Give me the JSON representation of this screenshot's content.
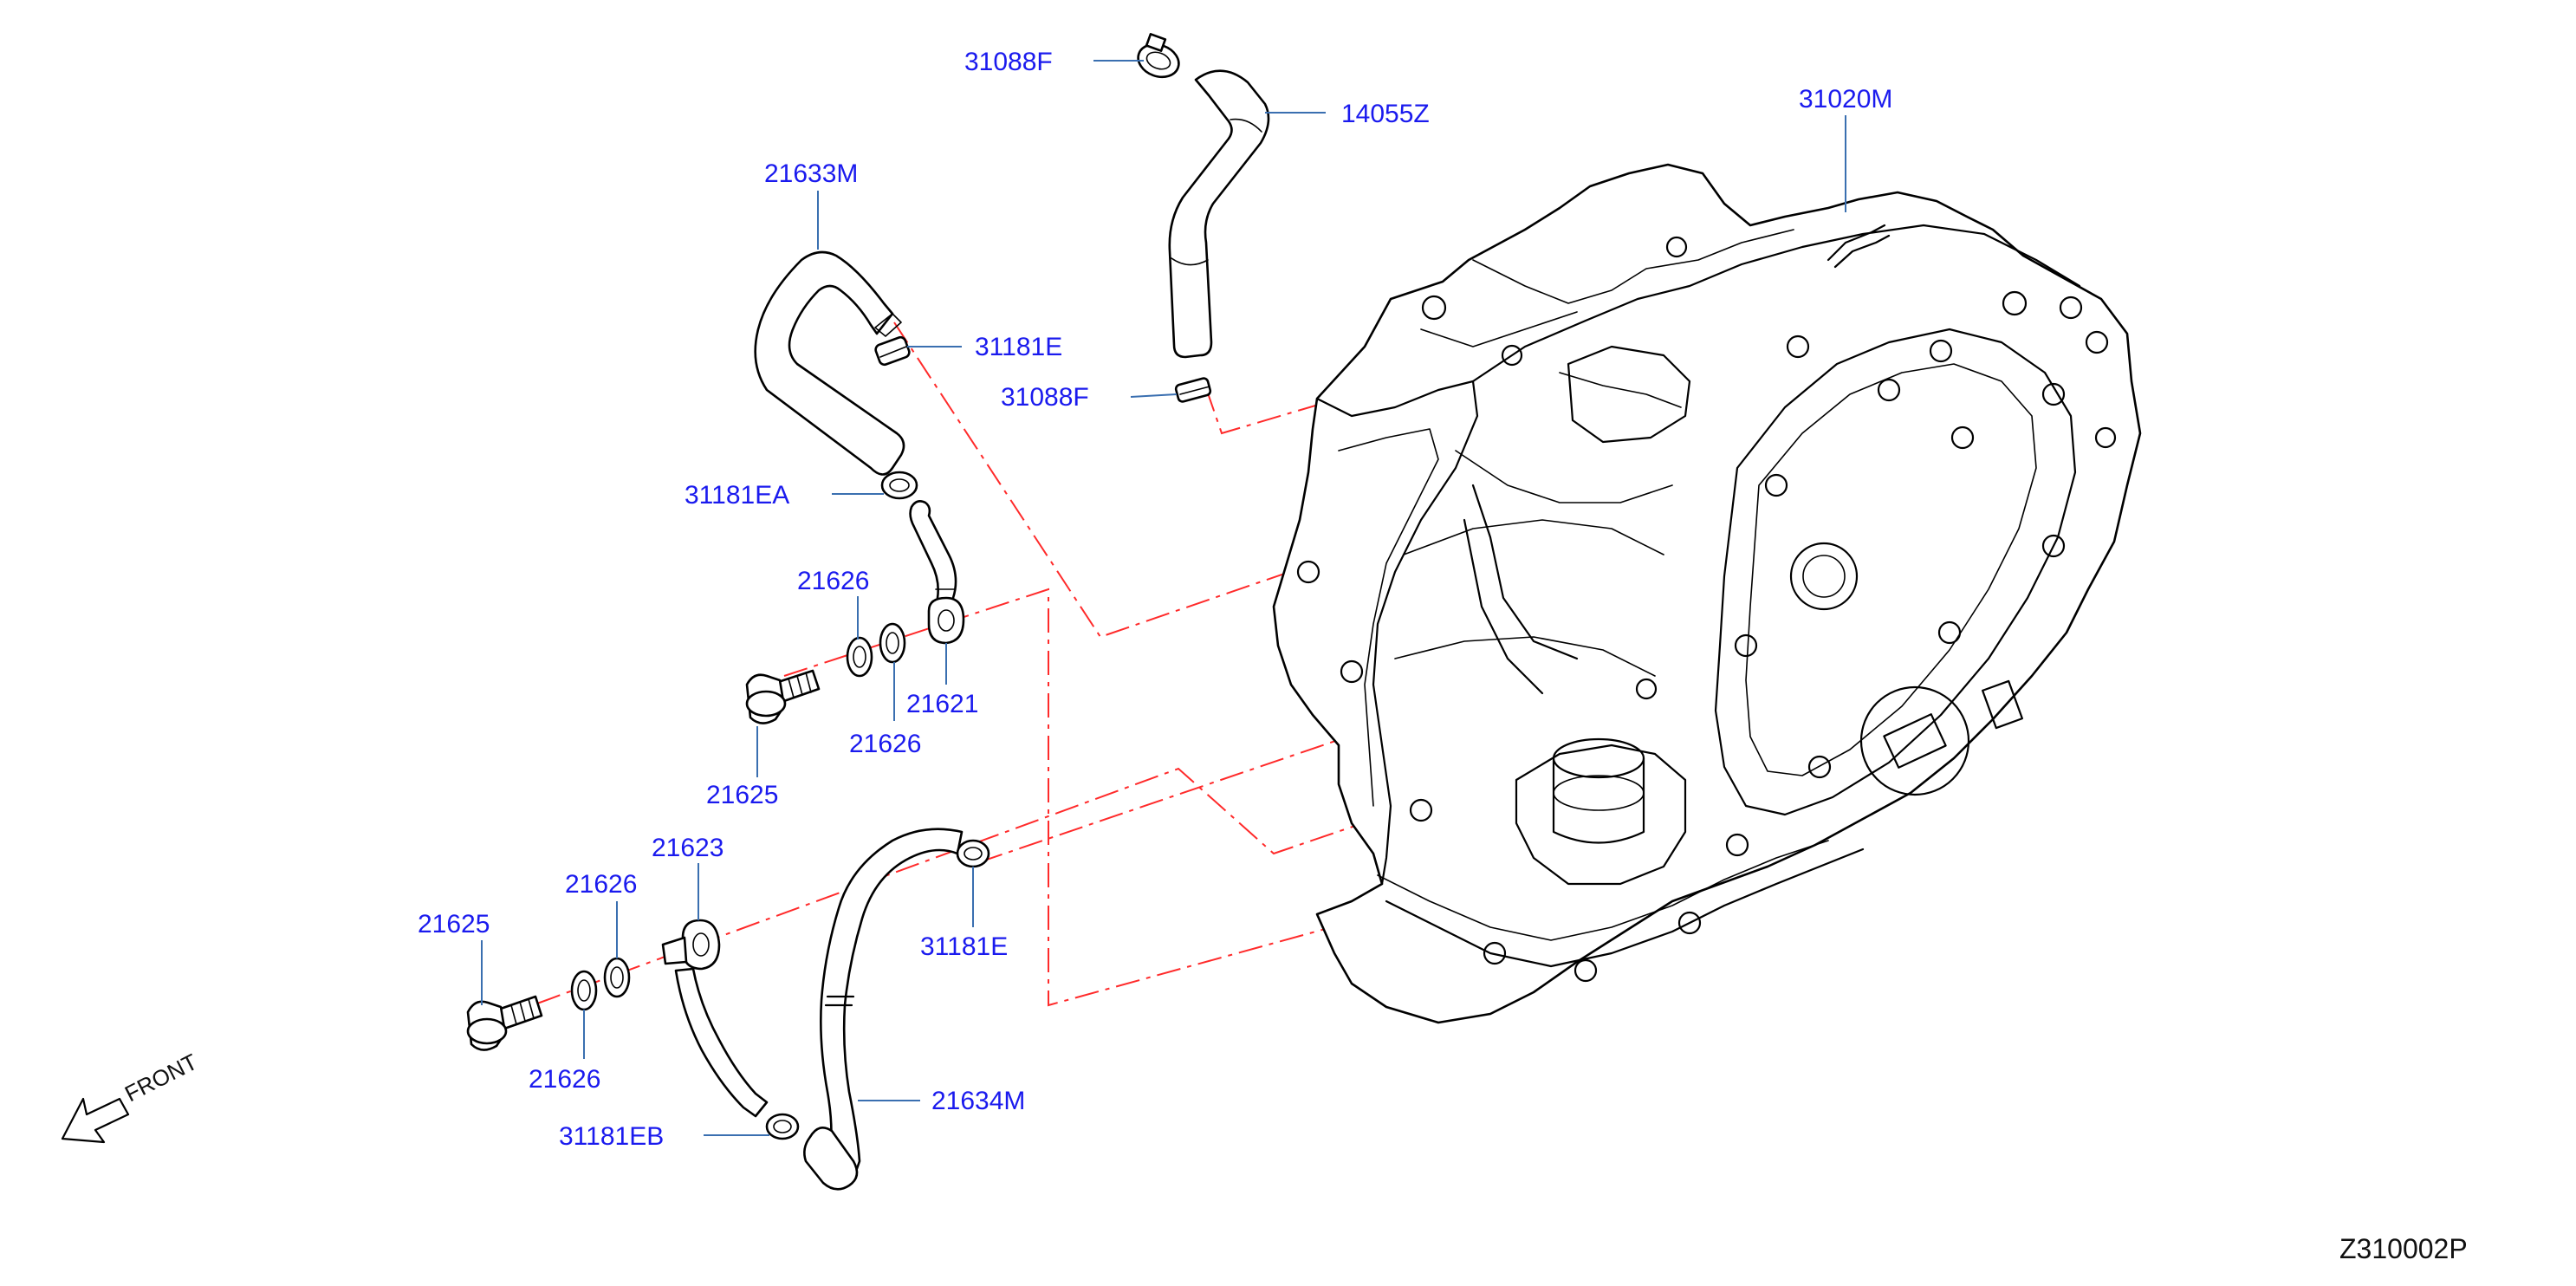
{
  "diagram_code": "Z310002P",
  "front_label": "FRONT",
  "labels": {
    "p31088F_top": "31088F",
    "p14055Z": "14055Z",
    "p31020M": "31020M",
    "p21633M": "21633M",
    "p31181E_top": "31181E",
    "p31088F_mid": "31088F",
    "p31181EA": "31181EA",
    "p21626_a": "21626",
    "p21621": "21621",
    "p21626_b": "21626",
    "p21625_a": "21625",
    "p21623": "21623",
    "p21626_c": "21626",
    "p21625_b": "21625",
    "p31181E_bot": "31181E",
    "p21626_d": "21626",
    "p21634M": "21634M",
    "p31181EB": "31181EB"
  },
  "colors": {
    "label_text": "#1a1aee",
    "leader_line": "#3a6fb0",
    "center_line": "#ff2a2a",
    "outline": "#000000"
  }
}
